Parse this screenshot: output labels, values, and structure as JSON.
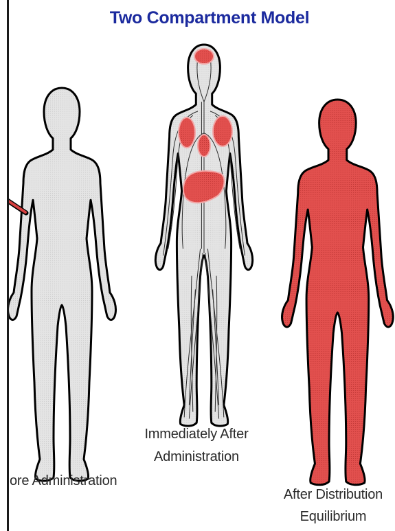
{
  "title": "Two Compartment Model",
  "figures": [
    {
      "caption_lines": [
        "ore Administration"
      ]
    },
    {
      "caption_lines": [
        "Immediately After",
        "Administration"
      ]
    },
    {
      "caption_lines": [
        "After Distribution",
        "Equilibrium"
      ]
    }
  ],
  "colors": {
    "title": "#1b2a9e",
    "body_unexposed": "#e4e4e4",
    "body_dots": "#cdcdcd",
    "drug": "#e2504e",
    "drug_dots": "#c23836",
    "outline": "#000000"
  }
}
